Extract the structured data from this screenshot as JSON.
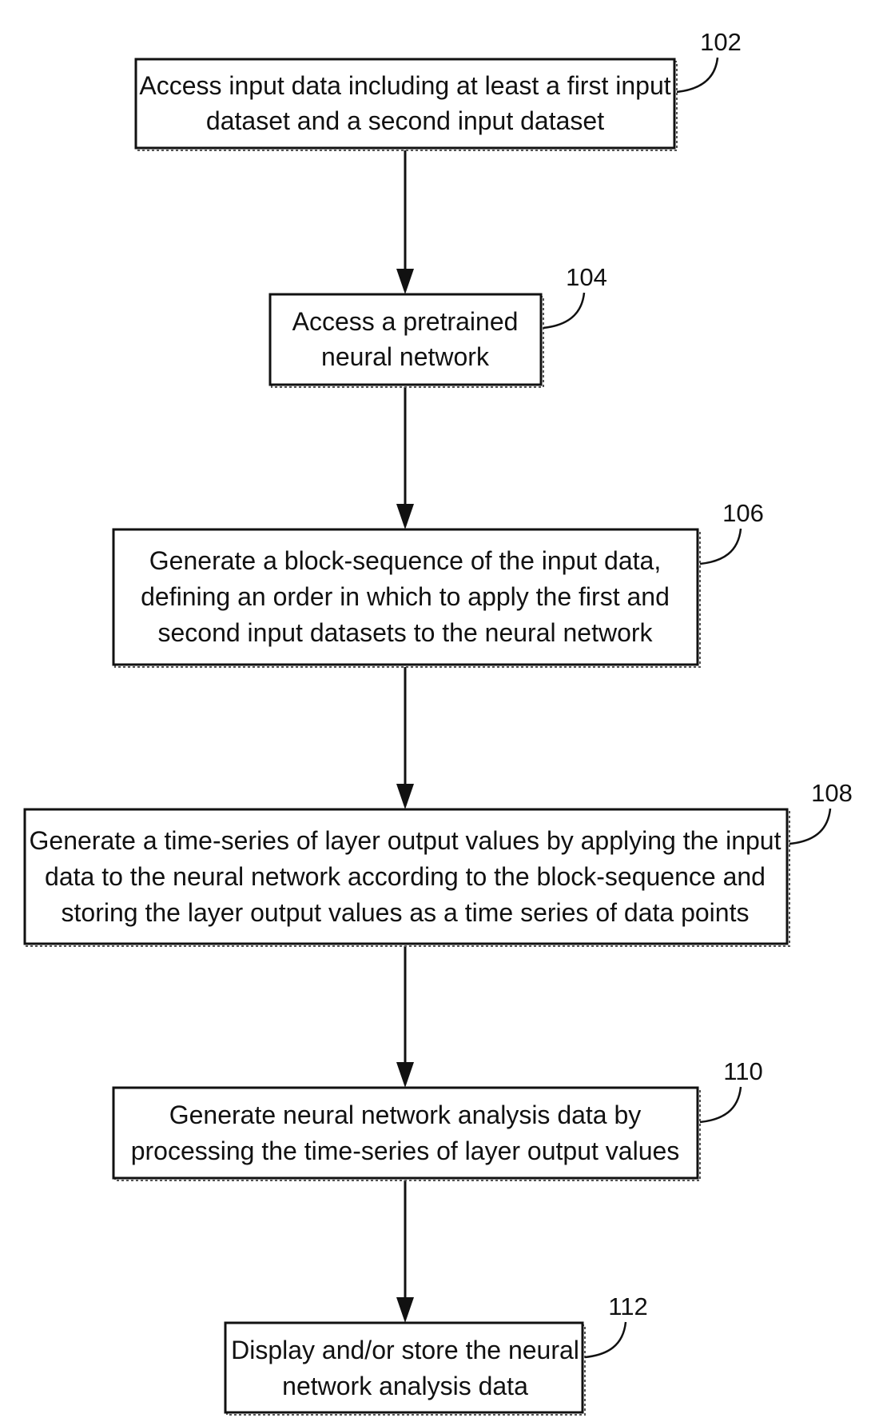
{
  "steps": [
    {
      "ref": "102",
      "lines": [
        "Access input data including at least a first input",
        "dataset and a second input dataset"
      ]
    },
    {
      "ref": "104",
      "lines": [
        "Access a pretrained",
        "neural network"
      ]
    },
    {
      "ref": "106",
      "lines": [
        "Generate a block-sequence of the input data,",
        "defining an order in which to apply the first and",
        "second input datasets to the neural network"
      ]
    },
    {
      "ref": "108",
      "lines": [
        "Generate a time-series of layer output values by applying the input",
        "data to the neural network according to the block-sequence and",
        "storing the layer output values as a time series of data points"
      ]
    },
    {
      "ref": "110",
      "lines": [
        "Generate neural network analysis data by",
        "processing the time-series of layer output values"
      ]
    },
    {
      "ref": "112",
      "lines": [
        "Display and/or store the neural",
        "network analysis data"
      ]
    }
  ]
}
